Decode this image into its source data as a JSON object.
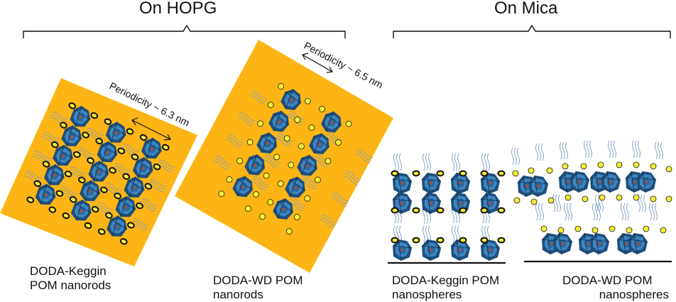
{
  "headers": {
    "hopg": "On HOPG",
    "mica": "On Mica"
  },
  "periodicity": {
    "keggin": "Periodicity ~ 6.3 nm",
    "wd": "Periodicity ~ 6.5 nm"
  },
  "captions": {
    "keggin_rods": {
      "line1": "DODA-Keggin",
      "line2": "POM nanorods"
    },
    "wd_rods": {
      "line1": "DODA-WD POM",
      "line2": "nanorods"
    },
    "keggin_spheres": {
      "line1": "DODA-Keggin POM",
      "line2": "nanospheres"
    },
    "wd_spheres": {
      "line1": "DODA-WD POM",
      "line2": "nanospheres"
    }
  },
  "colors": {
    "substrate_hopg": "#FDB515",
    "pom_dark": "#1E4E7A",
    "pom_light": "#3F86C0",
    "pom_accent": "#2A6AA0",
    "head_yellow": "#F5EE32",
    "head_outline": "#1A1A1A",
    "chain": "#7A9BC4",
    "core_red": "#C8432A"
  },
  "icons": {
    "pom_cluster": "pom-cluster-icon",
    "headgroup": "ammonium-headgroup-icon"
  }
}
